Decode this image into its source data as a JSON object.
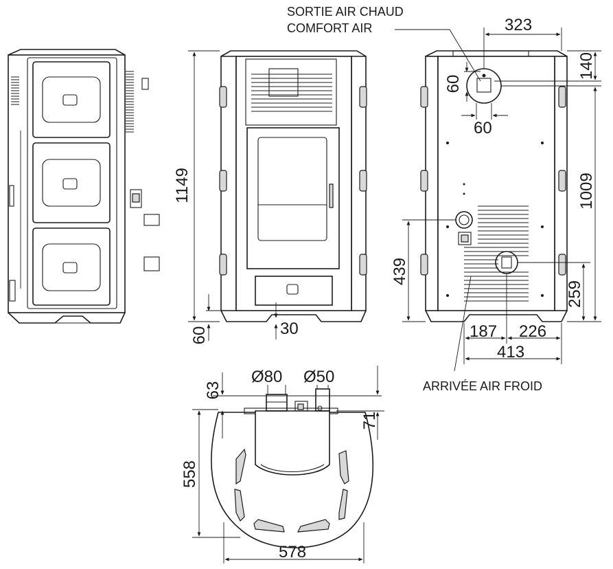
{
  "labels": {
    "hot_air_outlet_line1": "SORTIE AIR CHAUD",
    "hot_air_outlet_line2": "COMFORT AIR",
    "cold_air_inlet": "ARRIVÉE AIR FROID"
  },
  "dimensions": {
    "front_height": "1149",
    "front_foot_height": "60",
    "front_foot_offset": "30",
    "rear_outlet_width_offset": "323",
    "rear_outlet_top_offset": "140",
    "rear_outlet_square_v": "60",
    "rear_outlet_square_h": "60",
    "rear_outlet_height": "1009",
    "rear_left_port_height": "439",
    "rear_right_port_height": "259",
    "rear_left_port_offset": "187",
    "rear_right_port_offset": "226",
    "rear_base_width": "413",
    "top_pipe_offset": "63",
    "top_pipe_diameter_large": "Ø80",
    "top_pipe_diameter_small": "Ø50",
    "top_depth_offset": "71",
    "top_depth": "558",
    "top_width": "578"
  }
}
